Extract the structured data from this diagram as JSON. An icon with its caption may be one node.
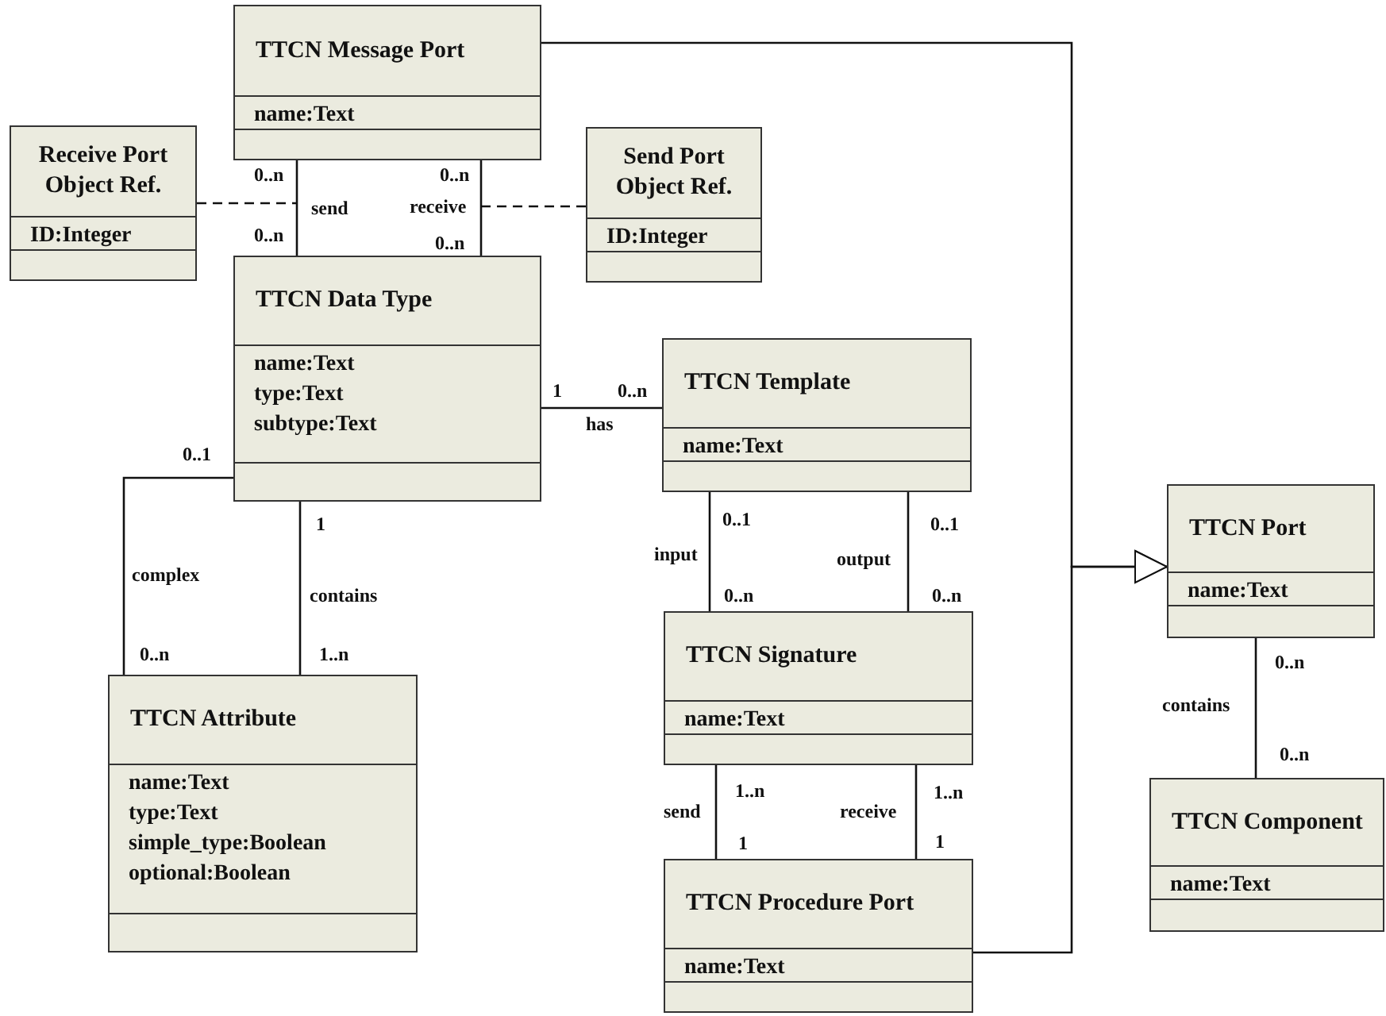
{
  "diagram": {
    "nodes": [
      {
        "text": [
          "TTCN Message Port",
          "name:Text"
        ]
      },
      {
        "text": [
          "Receive Port Object Ref.",
          "ID:Integer"
        ]
      },
      {
        "text": [
          "Send Port Object Ref.",
          "ID:Integer"
        ]
      },
      {
        "text": [
          "TTCN Data Type",
          "name:Text",
          "type:Text",
          "subtype:Text"
        ]
      },
      {
        "text": [
          "TTCN Template",
          "name:Text"
        ]
      },
      {
        "text": [
          "TTCN Attribute",
          "name:Text",
          "type:Text",
          "simple_type:Boolean",
          "optional:Boolean"
        ]
      },
      {
        "text": [
          "TTCN Signature",
          "name:Text"
        ]
      },
      {
        "text": [
          "TTCN Port",
          "name:Text"
        ]
      },
      {
        "text": [
          "TTCN Procedure Port",
          "name:Text"
        ]
      },
      {
        "text": [
          "TTCN Component",
          "name:Text"
        ]
      }
    ],
    "edges": [
      {
        "from": 0,
        "to": 3,
        "arrow": "none",
        "label": "send"
      },
      {
        "from": 0,
        "to": 3,
        "arrow": "none",
        "label": "receive"
      },
      {
        "from": 1,
        "to": null,
        "arrow": "none",
        "style": "dashed"
      },
      {
        "from": 2,
        "to": null,
        "arrow": "none",
        "style": "dashed"
      },
      {
        "from": 3,
        "to": 4,
        "arrow": "none",
        "label": "has"
      },
      {
        "from": 3,
        "to": 5,
        "arrow": "none",
        "label": "complex"
      },
      {
        "from": 3,
        "to": 5,
        "arrow": "none",
        "label": "contains"
      },
      {
        "from": 4,
        "to": 6,
        "arrow": "none",
        "label": "input"
      },
      {
        "from": 4,
        "to": 6,
        "arrow": "none",
        "label": "output"
      },
      {
        "from": 6,
        "to": 8,
        "arrow": "none",
        "label": "send"
      },
      {
        "from": 6,
        "to": 8,
        "arrow": "none",
        "label": "receive"
      },
      {
        "from": 0,
        "to": 7,
        "arrow": "to"
      },
      {
        "from": 8,
        "to": 7,
        "arrow": "to"
      },
      {
        "from": 7,
        "to": 9,
        "arrow": "none",
        "label": "contains"
      }
    ],
    "labels": [
      "0..n",
      "0..n",
      "0..n",
      "0..n",
      "1",
      "0..n",
      "0..1",
      "1",
      "0..1",
      "0..1",
      "0..n",
      "1..n",
      "0..n",
      "0..n",
      "0..n",
      "0..n",
      "1..n",
      "1..n",
      "1",
      "1"
    ]
  }
}
